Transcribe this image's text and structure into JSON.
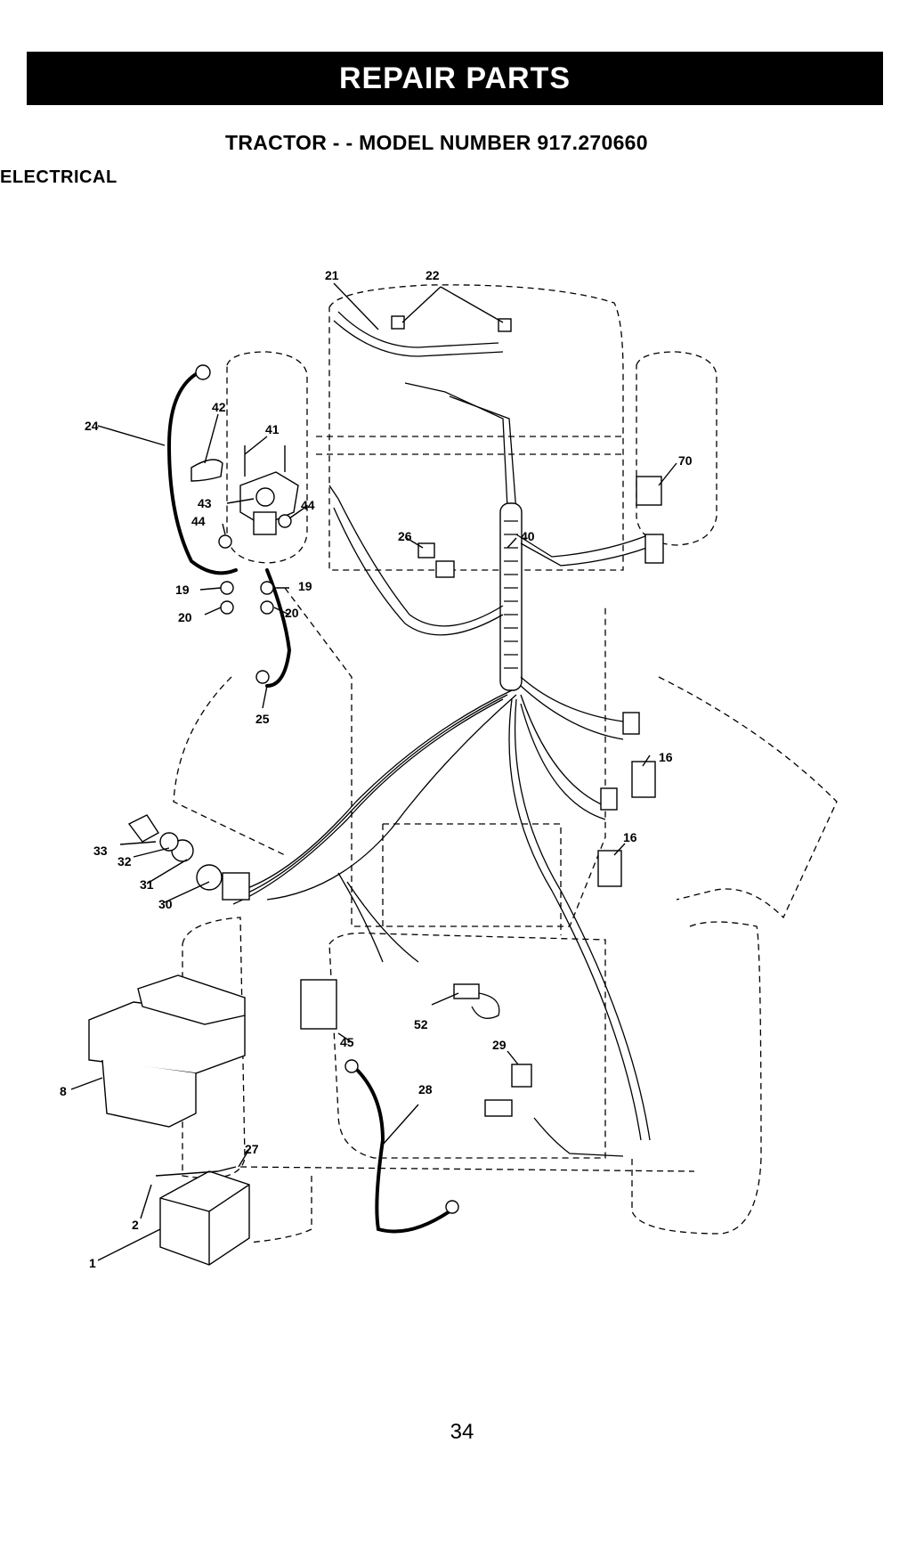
{
  "header": {
    "banner": "REPAIR PARTS"
  },
  "subtitle": "TRACTOR - - MODEL NUMBER 917.270660",
  "section": "ELECTRICAL",
  "page_number": "34",
  "callouts": {
    "c1": "1",
    "c2": "2",
    "c8": "8",
    "c16a": "16",
    "c16b": "16",
    "c19a": "19",
    "c19b": "19",
    "c20a": "20",
    "c20b": "20",
    "c21": "21",
    "c22": "22",
    "c24": "24",
    "c25": "25",
    "c26": "26",
    "c27": "27",
    "c28": "28",
    "c29": "29",
    "c30": "30",
    "c31": "31",
    "c32": "32",
    "c33": "33",
    "c40": "40",
    "c41": "41",
    "c42": "42",
    "c43": "43",
    "c44a": "44",
    "c44b": "44",
    "c45": "45",
    "c52": "52",
    "c70": "70"
  }
}
